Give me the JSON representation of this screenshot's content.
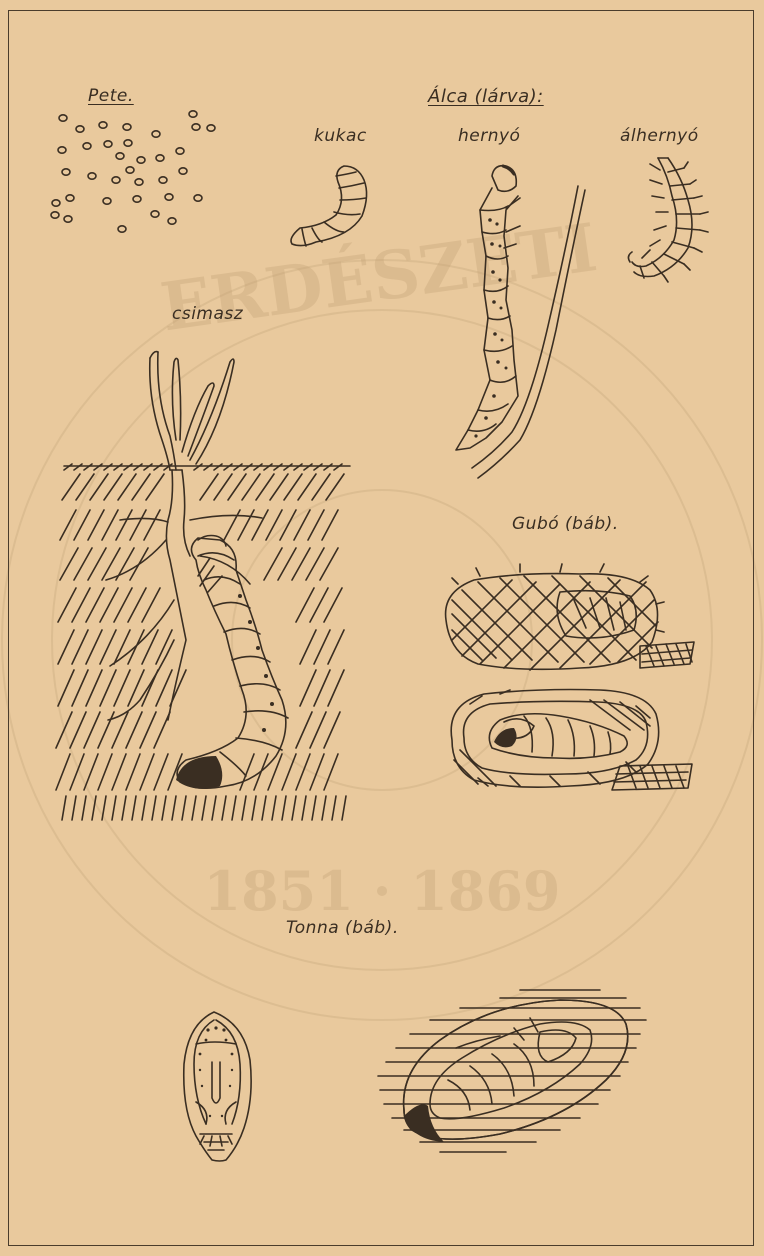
{
  "plate": {
    "labels": {
      "egg": "Pete.",
      "larva_heading": "Álca (lárva):",
      "maggot": "kukac",
      "caterpillar": "hernyó",
      "false_caterpillar": "álhernyó",
      "grub": "csimasz",
      "cocoon": "Gubó (báb).",
      "puparium": "Tonna (báb)."
    },
    "watermark": {
      "top_letters": "ERDÉSZETI",
      "years": "1851 · 1869"
    },
    "colors": {
      "paper": "#e9c99d",
      "ink": "#3a2e22",
      "frame": "#4a3c2c"
    }
  }
}
